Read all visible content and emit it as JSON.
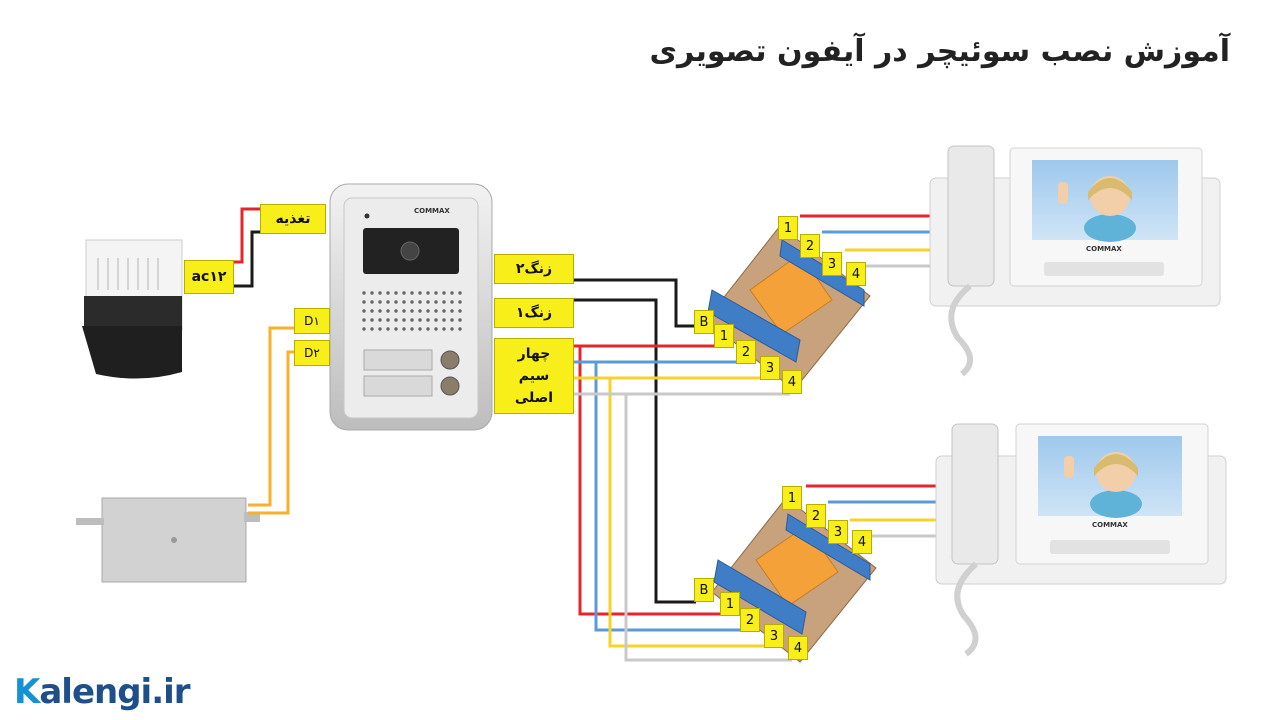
{
  "title": "آموزش نصب سوئیچر در آیفون تصویری",
  "labels": {
    "power": "تغذیه",
    "ac": "ac۱۲",
    "d1": "D۱",
    "d2": "D۲",
    "bell2": "زنگ۲",
    "bell1": "زنگ۱",
    "four_wire_1": "چهار",
    "four_wire_2": "سیم",
    "four_wire_3": "اصلی"
  },
  "switcher_upper": {
    "b": "B",
    "in": [
      "1",
      "2",
      "3",
      "4"
    ],
    "out": [
      "1",
      "2",
      "3",
      "4"
    ]
  },
  "switcher_lower": {
    "b": "B",
    "in": [
      "1",
      "2",
      "3",
      "4"
    ],
    "out": [
      "1",
      "2",
      "3",
      "4"
    ]
  },
  "device_brand": "COMMAX",
  "logo": {
    "k": "K",
    "rest": "alengi.ir"
  },
  "wire_colors": {
    "red": "#e3262b",
    "blue": "#5b9bd5",
    "yellow": "#f5d32a",
    "gray": "#c9c9c9",
    "black": "#1a1a1a",
    "orange": "#f5b22a"
  }
}
